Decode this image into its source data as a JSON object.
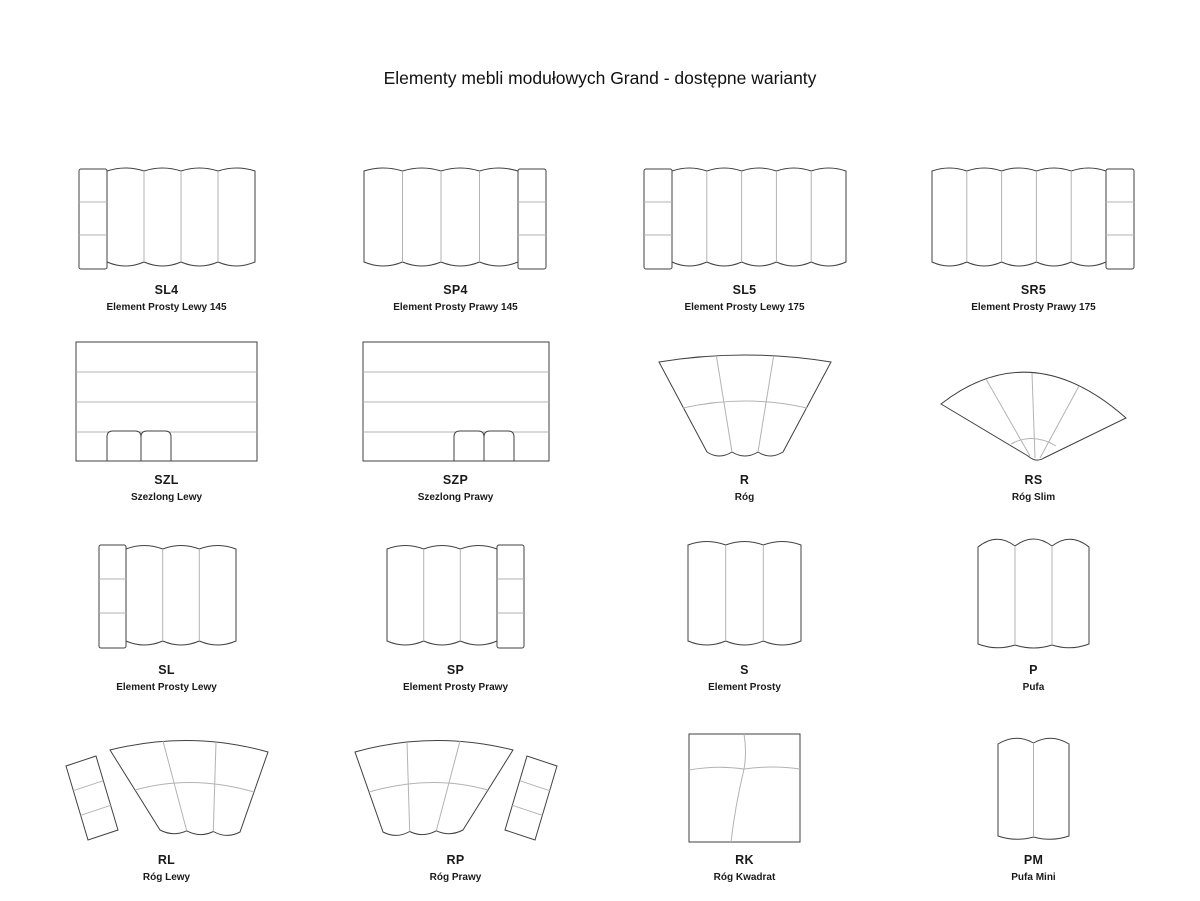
{
  "page": {
    "title": "Elementy mebli modułowych Grand - dostępne warianty"
  },
  "modules": [
    {
      "code": "SL4",
      "description": "Element Prosty Lewy 145"
    },
    {
      "code": "SP4",
      "description": "Element Prosty Prawy 145"
    },
    {
      "code": "SL5",
      "description": "Element Prosty Lewy 175"
    },
    {
      "code": "SR5",
      "description": "Element Prosty Prawy 175"
    },
    {
      "code": "SZL",
      "description": "Szezlong Lewy"
    },
    {
      "code": "SZP",
      "description": "Szezlong Prawy"
    },
    {
      "code": "R",
      "description": "Róg"
    },
    {
      "code": "RS",
      "description": "Róg Slim"
    },
    {
      "code": "SL",
      "description": "Element Prosty Lewy"
    },
    {
      "code": "SP",
      "description": "Element Prosty Prawy"
    },
    {
      "code": "S",
      "description": "Element Prosty"
    },
    {
      "code": "P",
      "description": "Pufa"
    },
    {
      "code": "RL",
      "description": "Róg Lewy"
    },
    {
      "code": "RP",
      "description": "Róg Prawy"
    },
    {
      "code": "RK",
      "description": "Róg Kwadrat"
    },
    {
      "code": "PM",
      "description": "Pufa Mini"
    }
  ],
  "colors": {
    "outline": "#404040",
    "seam": "#b3b3b3",
    "text": "#1a1a1a"
  }
}
